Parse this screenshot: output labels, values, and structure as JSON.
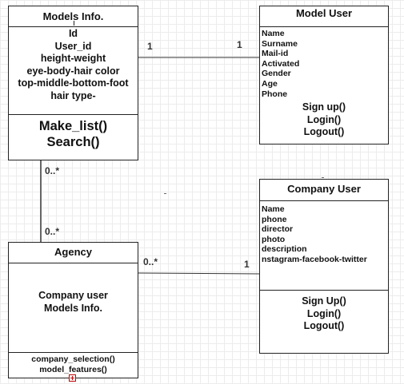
{
  "models_info": {
    "title": "Models Info.",
    "attributes": [
      "Id",
      "User_id",
      "height-weight",
      "eye-body-hair color",
      "top-middle-bottom-foot",
      "hair type-"
    ],
    "methods": [
      "Make_list()",
      "Search()"
    ]
  },
  "model_user": {
    "title": "Model User",
    "attributes": [
      "Name",
      "Surname",
      "Mail-id",
      "Activated",
      "Gender",
      "Age",
      "Phone"
    ],
    "methods": [
      "Sign up()",
      "Login()",
      "Logout()"
    ]
  },
  "company_user": {
    "title": "Company User",
    "attributes": [
      "Name",
      "phone",
      "director",
      "photo",
      "description",
      "nstagram-facebook-twitter"
    ],
    "methods": [
      "Sign Up()",
      "Login()",
      "Logout()"
    ]
  },
  "agency": {
    "title": "Agency",
    "attributes": [
      "Company user",
      "Models Info."
    ],
    "methods": [
      "company_selection()",
      "model_features()"
    ]
  },
  "multiplicities": {
    "models_model_user_left": "1",
    "models_model_user_right": "1",
    "models_agency_top": "0..*",
    "models_agency_bottom": "0..*",
    "agency_company_left": "0..*",
    "agency_company_right": "1"
  }
}
